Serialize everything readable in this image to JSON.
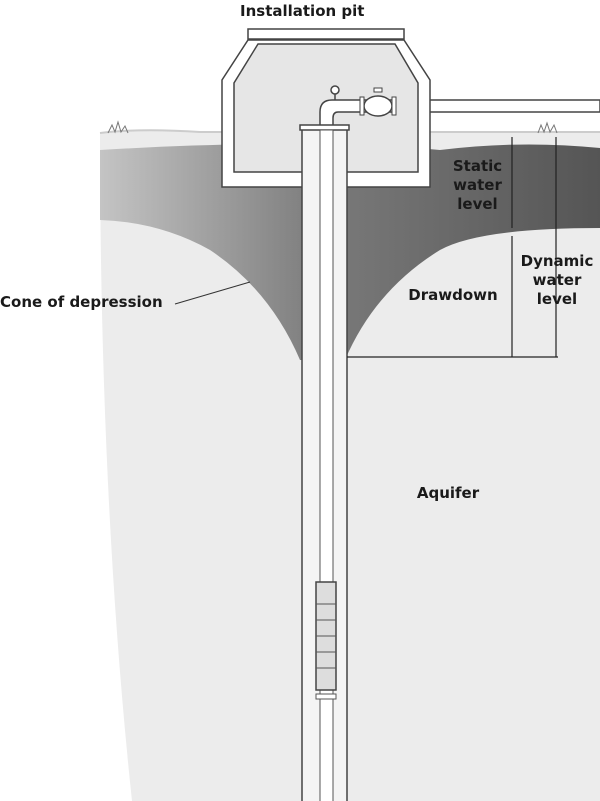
{
  "labels": {
    "installation_pit": "Installation pit",
    "static_water_level": [
      "Static",
      "water",
      "level"
    ],
    "dynamic_water_level": [
      "Dynamic",
      "water",
      "level"
    ],
    "drawdown": "Drawdown",
    "cone_of_depression": "Cone of depression",
    "aquifer": "Aquifer"
  },
  "colors": {
    "earth": "#ececec",
    "water_dark": "#5e5e5e",
    "water_light": "#a8a8a8",
    "line": "#333333"
  }
}
